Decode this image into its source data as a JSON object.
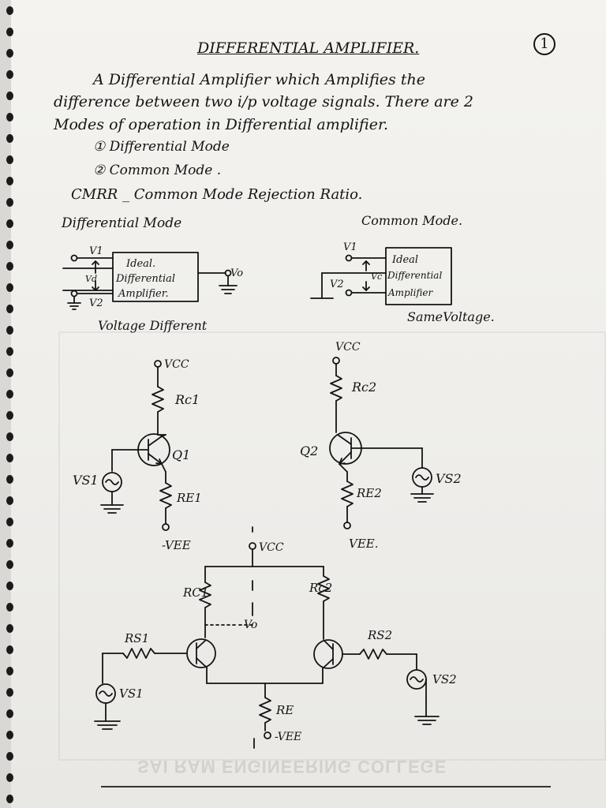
{
  "page_number": "1",
  "title": "DIFFERENTIAL AMPLIFIER.",
  "intro": {
    "line1": "A Differential Amplifier which Amplifies the",
    "line2": "difference between two i/p voltage signals. There are 2",
    "line3": "Modes of operation in Differential amplifier."
  },
  "modes": [
    "① Differential Mode",
    "② Common Mode ."
  ],
  "cmrr": "CMRR _ Common Mode Rejection Ratio.",
  "differential_mode": {
    "heading": "Differential Mode",
    "v1": "V1",
    "v2": "V2",
    "vd": "Vd",
    "vo": "Vo",
    "box": [
      "Ideal.",
      "Differential",
      "Amplifier."
    ],
    "caption": "Voltage Different"
  },
  "common_mode": {
    "heading": "Common Mode.",
    "v1": "V1",
    "v2": "V2",
    "vc": "Vc",
    "box": [
      "Ideal",
      "Differential",
      "Amplifier"
    ],
    "caption": "SameVoltage."
  },
  "circuit_left": {
    "vcc": "VCC",
    "rc": "Rc1",
    "q": "Q1",
    "vs": "VS1",
    "re": "RE1",
    "vee": "-VEE"
  },
  "circuit_right": {
    "vcc": "VCC",
    "rc": "Rc2",
    "q": "Q2",
    "vs": "VS2",
    "re": "RE2",
    "vee": "VEE."
  },
  "circuit_bottom": {
    "vcc": "VCC",
    "rc1": "RC1",
    "rc2": "Rc2",
    "vo": "Vo",
    "rs1": "RS1",
    "rs2": "RS2",
    "vs1": "VS1",
    "vs2": "VS2",
    "re": "RE",
    "vee": "-VEE"
  },
  "ghost_footer": "SAI RAM ENGINEERING COLLEGE"
}
